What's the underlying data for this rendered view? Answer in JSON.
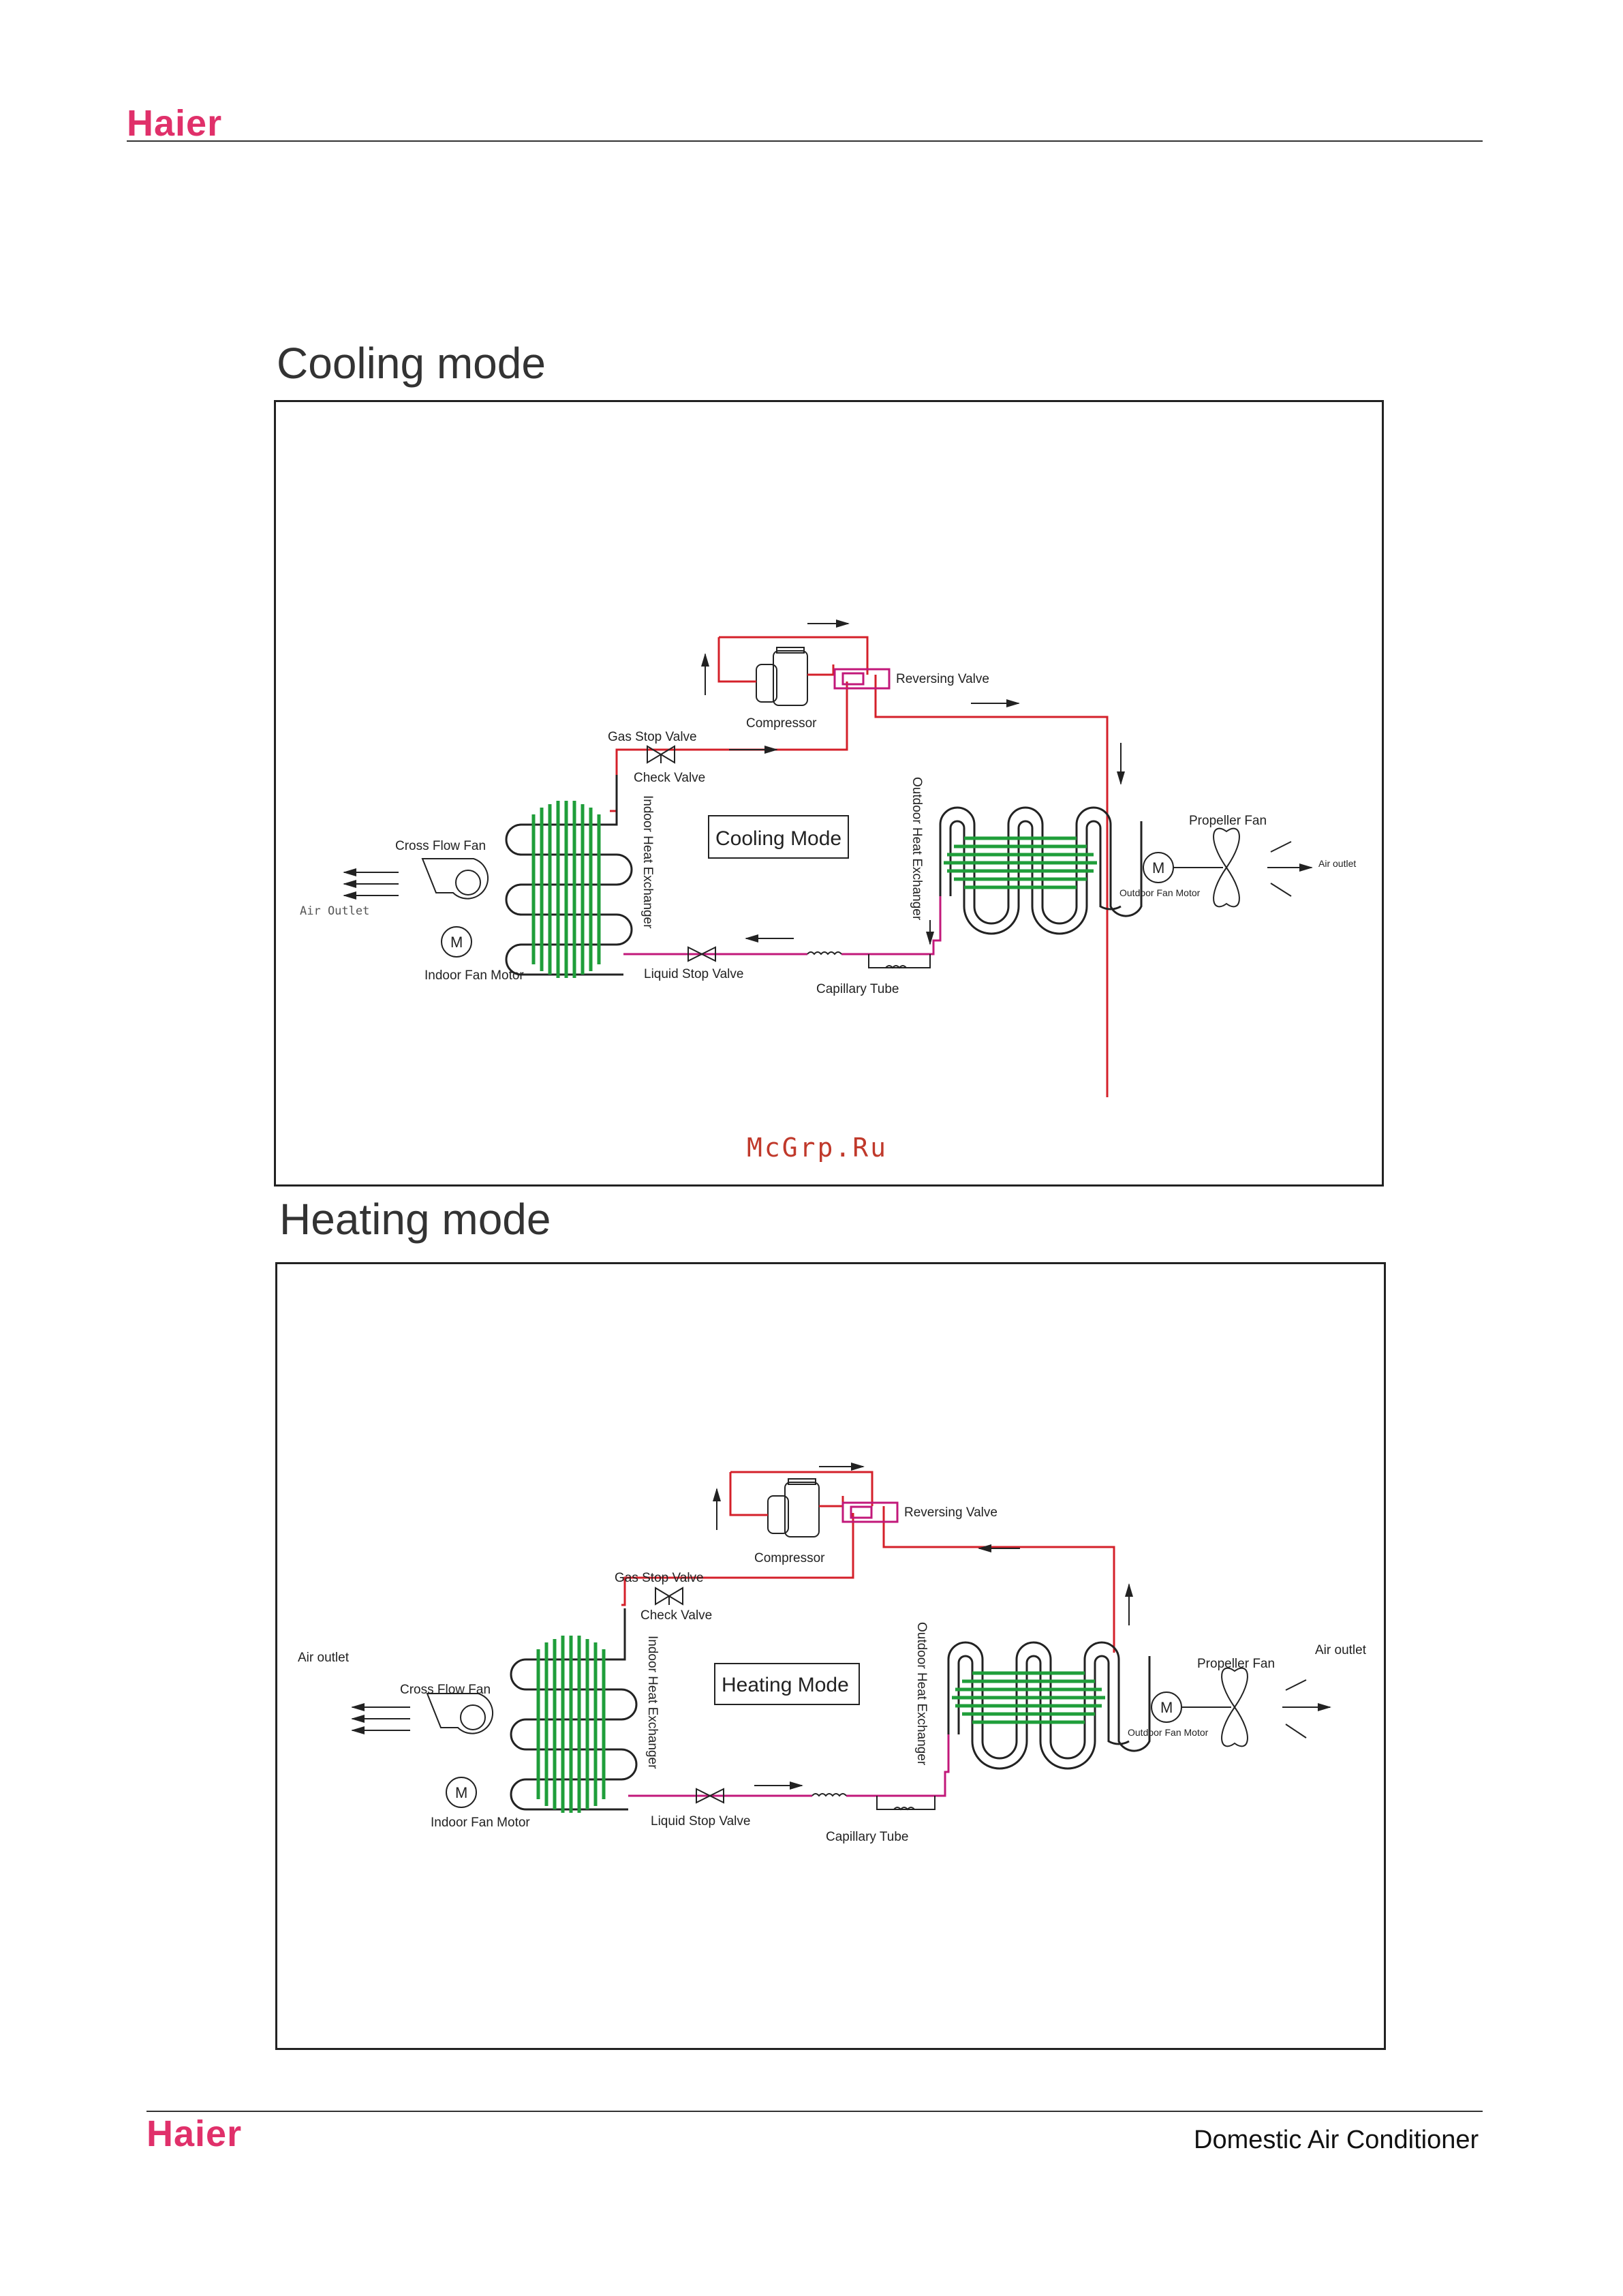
{
  "header": {
    "logo": "Haier"
  },
  "footer": {
    "logo": "Haier",
    "caption": "Domestic Air Conditioner"
  },
  "watermark": "McGrp.Ru",
  "diagrams": [
    {
      "title": "Cooling mode",
      "mode_box": "Cooling Mode",
      "labels": {
        "reversing_valve": "Reversing Valve",
        "compressor": "Compressor",
        "gas_stop_valve": "Gas Stop Valve",
        "check_valve": "Check Valve",
        "indoor_heat_exchanger": "Indoor Heat Exchanger",
        "outdoor_heat_exchanger": "Outdoor Heat Exchanger",
        "cross_flow_fan": "Cross Flow Fan",
        "air_outlet_left": "Air Outlet",
        "indoor_fan_motor": "Indoor Fan Motor",
        "liquid_stop_valve": "Liquid Stop Valve",
        "capillary_tube": "Capillary Tube",
        "propeller_fan": "Propeller Fan",
        "air_outlet_right": "Air outlet",
        "outdoor_fan_motor": "Outdoor Fan Motor"
      }
    },
    {
      "title": "Heating mode",
      "mode_box": "Heating Mode",
      "labels": {
        "reversing_valve": "Reversing Valve",
        "compressor": "Compressor",
        "gas_stop_valve": "Gas Stop Valve",
        "check_valve": "Check Valve",
        "indoor_heat_exchanger": "Indoor Heat Exchanger",
        "outdoor_heat_exchanger": "Outdoor Heat Exchanger",
        "cross_flow_fan": "Cross Flow Fan",
        "air_outlet_left": "Air outlet",
        "indoor_fan_motor": "Indoor Fan Motor",
        "liquid_stop_valve": "Liquid Stop Valve",
        "capillary_tube": "Capillary Tube",
        "propeller_fan": "Propeller Fan",
        "air_outlet_right": "Air outlet",
        "outdoor_fan_motor": "Outdoor Fan Motor"
      }
    }
  ],
  "colors": {
    "brand": "#e0306a",
    "pipe_red": "#d4202a",
    "pipe_magenta": "#c2187a",
    "coil_green": "#1f9e3a"
  }
}
